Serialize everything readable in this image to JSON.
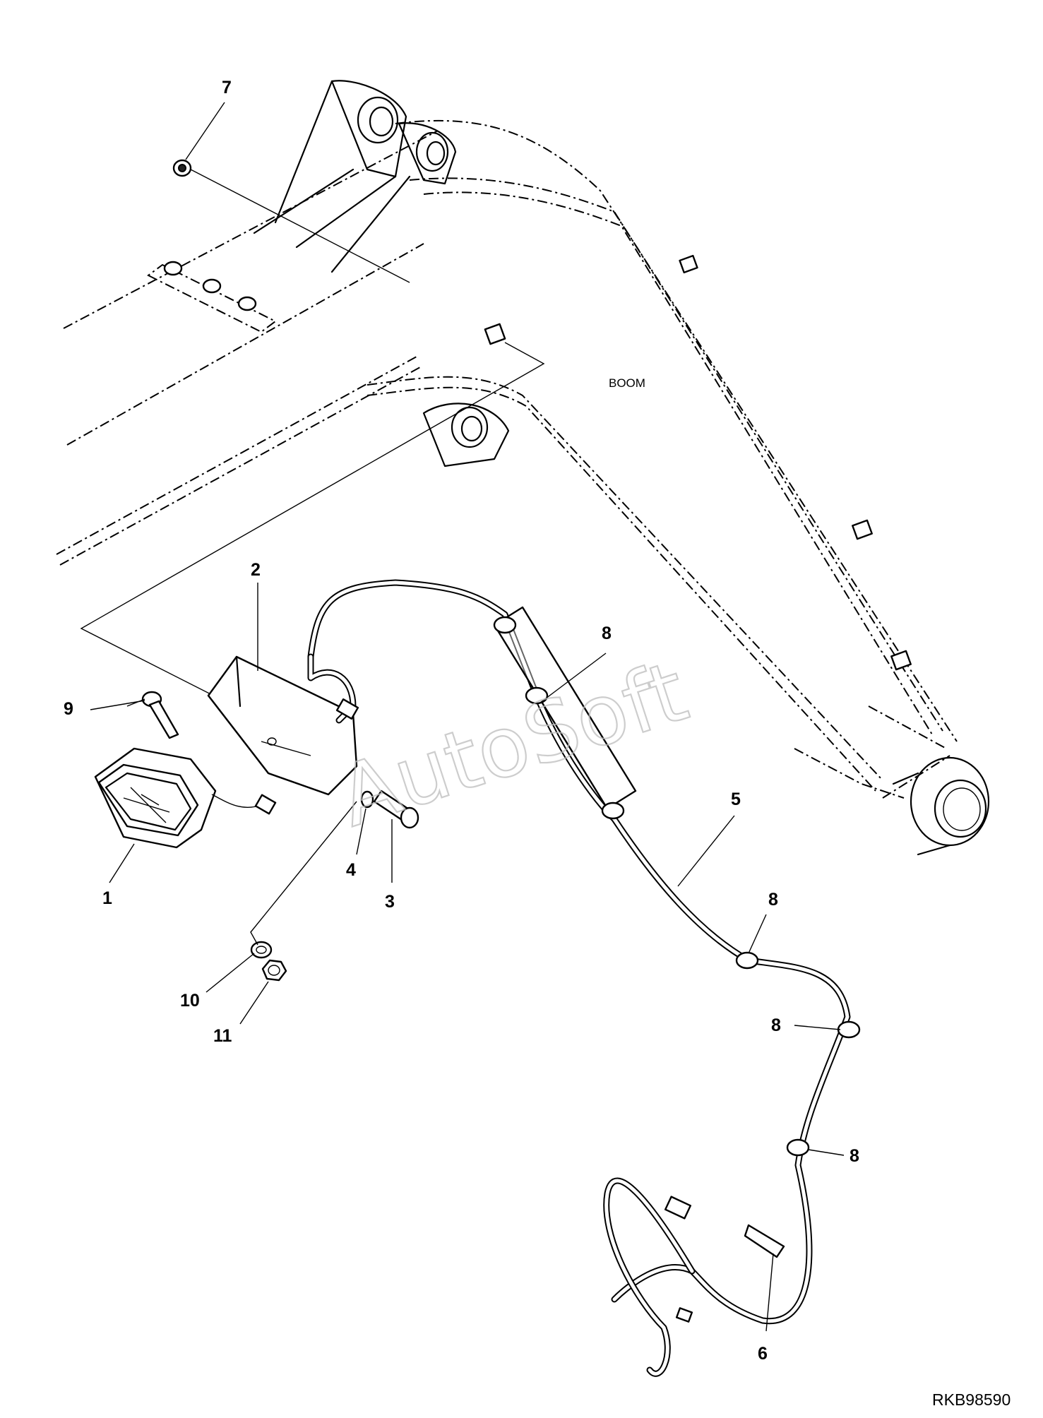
{
  "diagram": {
    "part_label": "BOOM",
    "drawing_number": "RKB98590",
    "watermark": "AutoSoft",
    "callouts": {
      "c1": "1",
      "c2": "2",
      "c3": "3",
      "c4": "4",
      "c5": "5",
      "c6": "6",
      "c7": "7",
      "c8a": "8",
      "c8b": "8",
      "c8c": "8",
      "c8d": "8",
      "c9": "9",
      "c10": "10",
      "c11": "11"
    }
  }
}
